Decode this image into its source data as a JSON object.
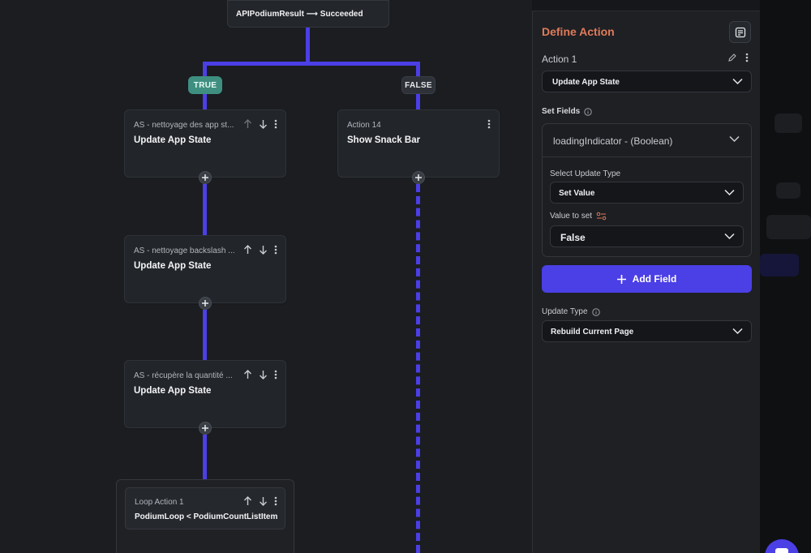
{
  "canvas": {
    "condition_node": {
      "text": "APIPodiumResult ⟶ Succeeded"
    },
    "branch_true": "TRUE",
    "branch_false": "FALSE",
    "nodes": [
      {
        "subtitle": "AS -  nettoyage des app st...",
        "title": "Update App State"
      },
      {
        "subtitle": "Action 14",
        "title": "Show Snack Bar"
      },
      {
        "subtitle": "AS - nettoyage backslash ...",
        "title": "Update App State"
      },
      {
        "subtitle": "AS - récupère la quantité ...",
        "title": "Update App State"
      }
    ],
    "loop": {
      "subtitle": "Loop Action 1",
      "title": "PodiumLoop  <  PodiumCountListItem"
    }
  },
  "panel": {
    "title": "Define Action",
    "action_label": "Action 1",
    "action_type": "Update App State",
    "set_fields_label": "Set Fields",
    "field_name": "loadingIndicator - (Boolean)",
    "select_update_type_label": "Select Update Type",
    "update_type_value": "Set Value",
    "value_to_set_label": "Value to set",
    "value_to_set": "False",
    "add_field_label": "Add Field",
    "update_type_label": "Update Type",
    "update_type_page": "Rebuild Current Page"
  },
  "colors": {
    "accent": "#4b3fe6",
    "title_orange": "#e07b5a",
    "true_green": "#3f8f81"
  }
}
